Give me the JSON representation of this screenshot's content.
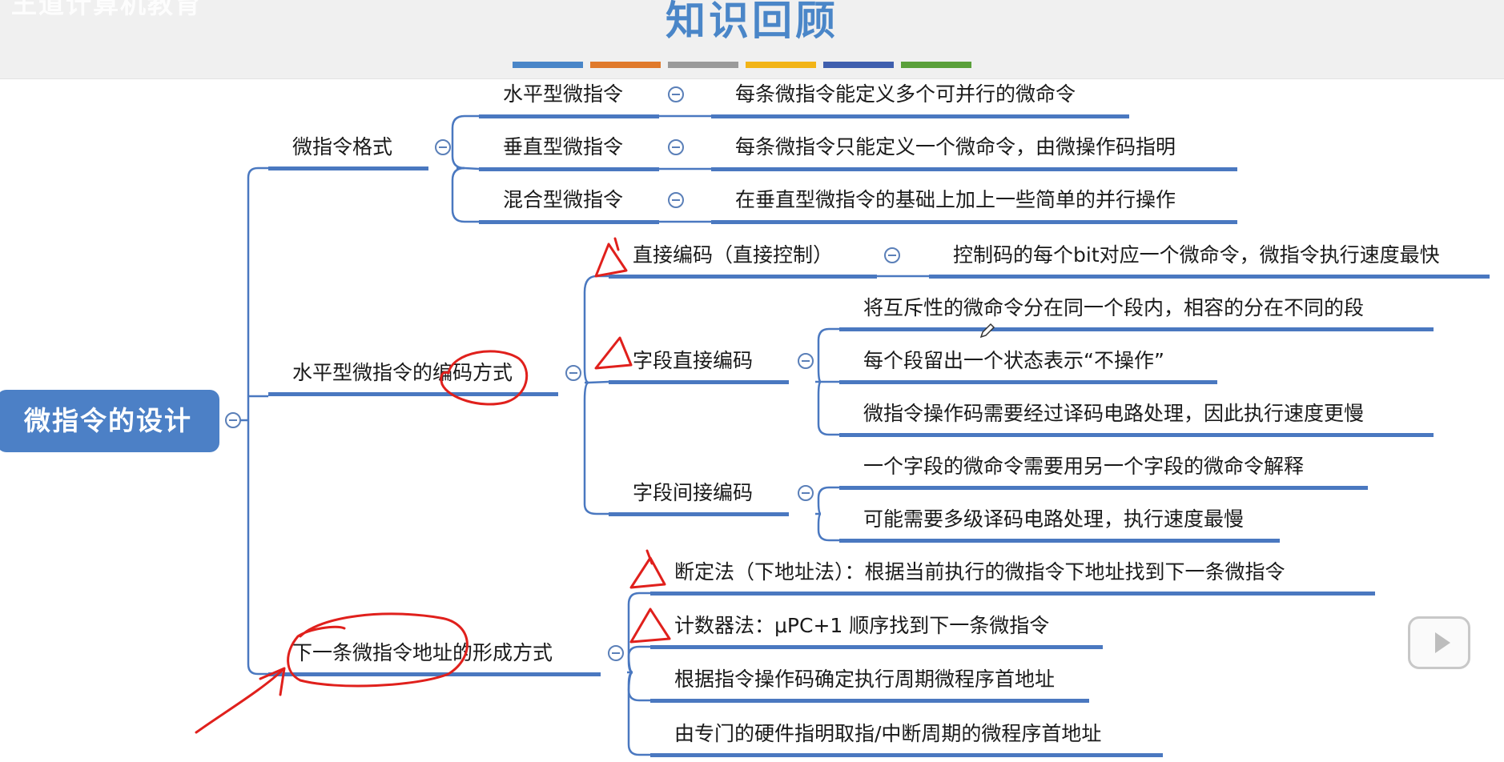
{
  "header": {
    "title": "知识回顾",
    "watermark": "王道计算机教育",
    "accent_bars": [
      "#4a86c8",
      "#e07a2c",
      "#9a9a9a",
      "#f2b418",
      "#3f5fae",
      "#5aa03a"
    ]
  },
  "mindmap": {
    "root": "微指令的设计",
    "branches": {
      "format": {
        "label": "微指令格式",
        "children": [
          {
            "label": "水平型微指令",
            "note": "每条微指令能定义多个可并行的微命令"
          },
          {
            "label": "垂直型微指令",
            "note": "每条微指令只能定义一个微命令，由微操作码指明"
          },
          {
            "label": "混合型微指令",
            "note": "在垂直型微指令的基础上加上一些简单的并行操作"
          }
        ]
      },
      "encoding": {
        "label": "水平型微指令的编码方式",
        "direct": {
          "label": "直接编码（直接控制）",
          "note": "控制码的每个bit对应一个微命令，微指令执行速度最快"
        },
        "field_direct": {
          "label": "字段直接编码",
          "notes": [
            "将互斥性的微命令分在同一个段内，相容的分在不同的段",
            "每个段留出一个状态表示“不操作”",
            "微指令操作码需要经过译码电路处理，因此执行速度更慢"
          ]
        },
        "field_indirect": {
          "label": "字段间接编码",
          "notes": [
            "一个字段的微命令需要用另一个字段的微命令解释",
            "可能需要多级译码电路处理，执行速度最慢"
          ]
        }
      },
      "next_address": {
        "label": "下一条微指令地址的形成方式",
        "items": [
          "断定法（下地址法）：根据当前执行的微指令下地址找到下一条微指令",
          "计数器法：μPC+1 顺序找到下一条微指令",
          "根据指令操作码确定执行周期微程序首地址",
          "由专门的硬件指明取指/中断周期的微程序首地址"
        ]
      }
    }
  },
  "colors": {
    "line": "#4a78c0",
    "node_fill": "#4c80c6",
    "annotation": "#e0201c"
  },
  "icons": [
    "collapse-toggle-icon",
    "bilibili-play-icon",
    "pen-cursor-icon"
  ]
}
